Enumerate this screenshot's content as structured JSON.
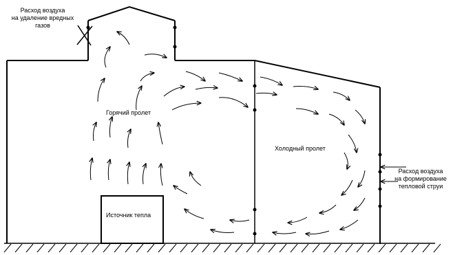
{
  "labels": {
    "exhaust": {
      "line1": "Расход воздуха",
      "line2": "на удаление вредных",
      "line3": "газов"
    },
    "hot_span": "Горячий пролет",
    "cold_span": "Холодный пролет",
    "heat_source": "Источник тепла",
    "jet_supply": {
      "line1": "Расход воздуха",
      "line2": "на формирование",
      "line3": "тепловой струи"
    }
  },
  "colors": {
    "line": "#000000",
    "background": "#ffffff"
  }
}
